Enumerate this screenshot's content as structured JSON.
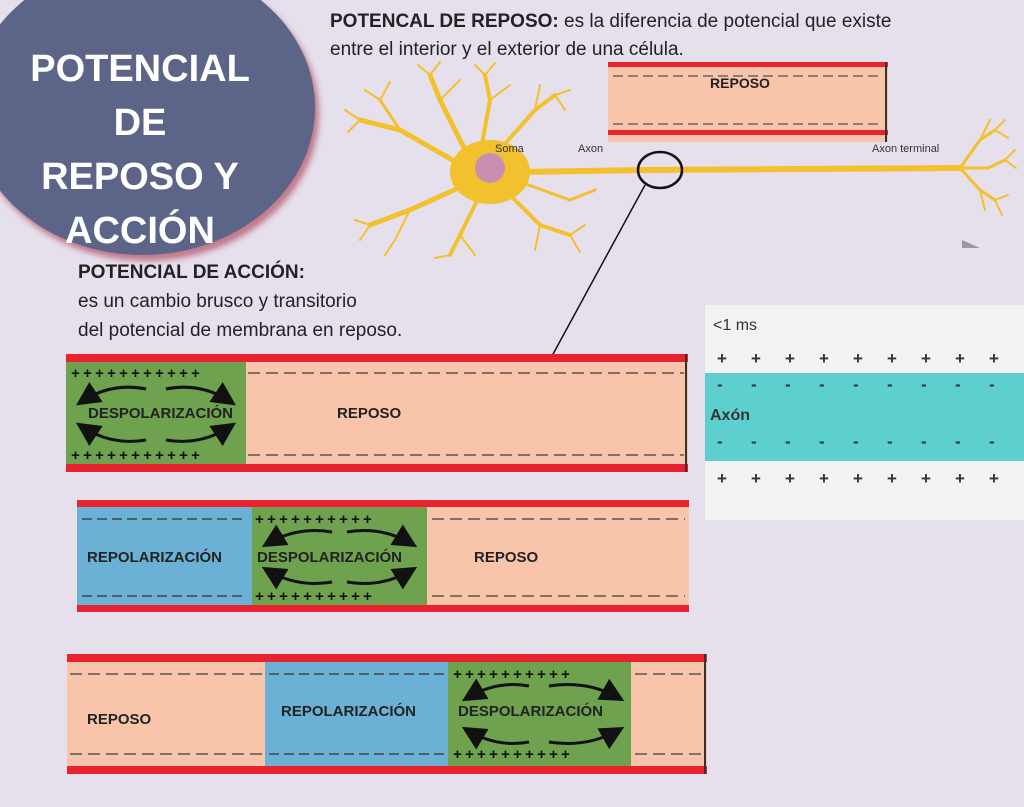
{
  "title": {
    "line1": "POTENCIAL DE",
    "line2": "REPOSO Y",
    "line3": "ACCIÓN"
  },
  "reposo_def": {
    "term": "POTENCAL DE REPOSO:",
    "text": " es la diferencia de potencial que existe entre el interior y el exterior de una célula."
  },
  "accion_def": {
    "term": "POTENCIAL DE ACCIÓN:",
    "line1": " es un cambio brusco y transitorio",
    "line2": "del potencial de membrana en reposo."
  },
  "neuron_labels": {
    "soma": "Soma",
    "axon": "Axon",
    "terminal": "Axon terminal"
  },
  "rest_box_label": "REPOSO",
  "strips": {
    "strip1": {
      "left_label": "DESPOLARIZACIÓN",
      "right_label": "REPOSO"
    },
    "strip2": {
      "a": "REPOLARIZACIÓN",
      "b": "DESPOLARIZACIÓN",
      "c": "REPOSO"
    },
    "strip3": {
      "a": "REPOSO",
      "b": "REPOLARIZACIÓN",
      "c": "DESPOLARIZACIÓN"
    }
  },
  "axon_panel": {
    "time": "<1 ms",
    "label": "Axón",
    "plus": "+",
    "minus": "-"
  },
  "colors": {
    "membrane_red": "#e8232f",
    "rest_fill": "#f9c5aa",
    "depol_fill": "#6ea24f",
    "repol_fill": "#6bb1d6",
    "axon_fill": "#5ecfcf",
    "title_bubble": "#5c6588",
    "neuron_yellow": "#f2c12e"
  }
}
